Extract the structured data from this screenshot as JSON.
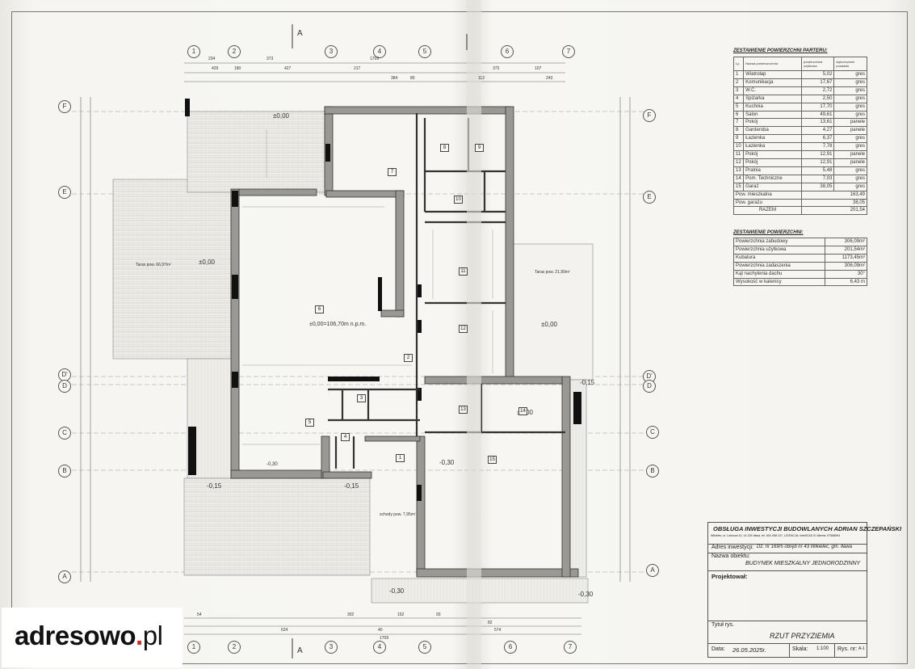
{
  "watermark": {
    "brand": "adresowo",
    "dot": ".",
    "tld": "pl",
    "accent_color": "#e2231a"
  },
  "section_marker": "A",
  "grid_labels": {
    "columns": [
      "1",
      "2",
      "3",
      "4",
      "5",
      "6",
      "7"
    ],
    "rows": [
      "F",
      "E",
      "D'",
      "D",
      "C",
      "B",
      "A"
    ]
  },
  "levels": {
    "main": "±0,00",
    "ref": "±0,00=106,70m n.p.m.",
    "left": "±0,00",
    "top": "±0,00",
    "right": "±0,00",
    "minus015_a": "-0,15",
    "minus015_b": "-0,15",
    "minus015_c": "-0,15",
    "minus030_a": "-0,30",
    "minus030_b": "-0,30",
    "minus030_c": "-0,30",
    "garage_area": "-0,30"
  },
  "room_numbers": [
    "1",
    "2",
    "3",
    "4",
    "5",
    "6",
    "7",
    "8",
    "9",
    "10",
    "11",
    "12",
    "13",
    "14",
    "15"
  ],
  "surface_table": {
    "title": "ZESTAWIENIE POWIERZCHNI PARTERU:",
    "headers": [
      "Lp.",
      "Nazwa pomieszczenia",
      "powierzchnia użytkowa",
      "wykończenie posadzki"
    ],
    "rows": [
      [
        "1",
        "Wiatrołap",
        "5,02",
        "gres"
      ],
      [
        "2",
        "Komunikacja",
        "17,67",
        "gres"
      ],
      [
        "3",
        "W.C.",
        "2,72",
        "gres"
      ],
      [
        "4",
        "Spiżarka",
        "2,50",
        "gres"
      ],
      [
        "5",
        "Kuchnia",
        "17,70",
        "gres"
      ],
      [
        "6",
        "Salon",
        "49,61",
        "gres"
      ],
      [
        "7",
        "Pokój",
        "13,61",
        "panele"
      ],
      [
        "8",
        "Garderoba",
        "4,27",
        "panele"
      ],
      [
        "9",
        "Łazienka",
        "6,37",
        "gres"
      ],
      [
        "10",
        "Łazienka",
        "7,78",
        "gres"
      ],
      [
        "11",
        "Pokój",
        "12,91",
        "panele"
      ],
      [
        "12",
        "Pokój",
        "12,91",
        "panele"
      ],
      [
        "13",
        "Pralnia",
        "5,48",
        "gres"
      ],
      [
        "14",
        "Pom. Techniczne",
        "7,03",
        "gres"
      ],
      [
        "15",
        "Garaż",
        "38,05",
        "gres"
      ]
    ],
    "summary": [
      [
        "Pow. mieszkalna",
        "163,49"
      ],
      [
        "Pow. garażu",
        "38,05"
      ],
      [
        "RAZEM",
        "201,54"
      ]
    ]
  },
  "surfaces2": {
    "title": "ZESTAWIENIE POWIERZCHNI:",
    "rows": [
      [
        "Powierzchnia zabudowy",
        "306,09m²"
      ],
      [
        "Powierzchnia użytkowa",
        "201,54m²"
      ],
      [
        "Kubatura",
        "1173,45m³"
      ],
      [
        "Powierzchnia zadaszenia",
        "306,09m²"
      ],
      [
        "Kąt nachylenia dachu",
        "30°"
      ],
      [
        "Wysokość w kalenicy",
        "6,43 m"
      ]
    ]
  },
  "title_block": {
    "company": "OBSŁUGA INWESTYCJI BUDOWLANYCH ADRIAN SZCZEPAŃSKI",
    "company_details": "Wikielec, ul. Lotnicza 10, 14-200 Iława, tel. 604 458 107, LICENCJA: IntelliCAD ID klienta: 67568594",
    "address_label": "Adres inwestycji:",
    "address_value": "Dz. nr 169/5 obręb nr 43 Wikielec, gm. Iława",
    "object_label": "Nazwa obiektu:",
    "object_value": "BUDYNEK MIESZKALNY JEDNORODZINNY",
    "designer_label": "Projektował:",
    "drawing_title_label": "Tytuł rys.",
    "drawing_title": "RZUT PRZYZIEMIA",
    "date_label": "Data:",
    "date_value": "26.05.2025r.",
    "scale_label": "Skala:",
    "scale_value": "1:100",
    "drawing_no_label": "Rys. nr:",
    "drawing_no_value": "A-1"
  },
  "dimensions_top": [
    "234",
    "373",
    "1709",
    "429",
    "180",
    "427",
    "217",
    "384",
    "80",
    "112",
    "107",
    "373",
    "243"
  ],
  "dimensions_bottom": [
    "54",
    "302",
    "162",
    "93",
    "1709",
    "624",
    "574",
    "82",
    "40"
  ],
  "annotations": {
    "terrace_left": "Taras pow. 66,97m²",
    "terrace_right": "Taras pow. 21,90m²",
    "steps": "schody pow. 7,95m²"
  }
}
